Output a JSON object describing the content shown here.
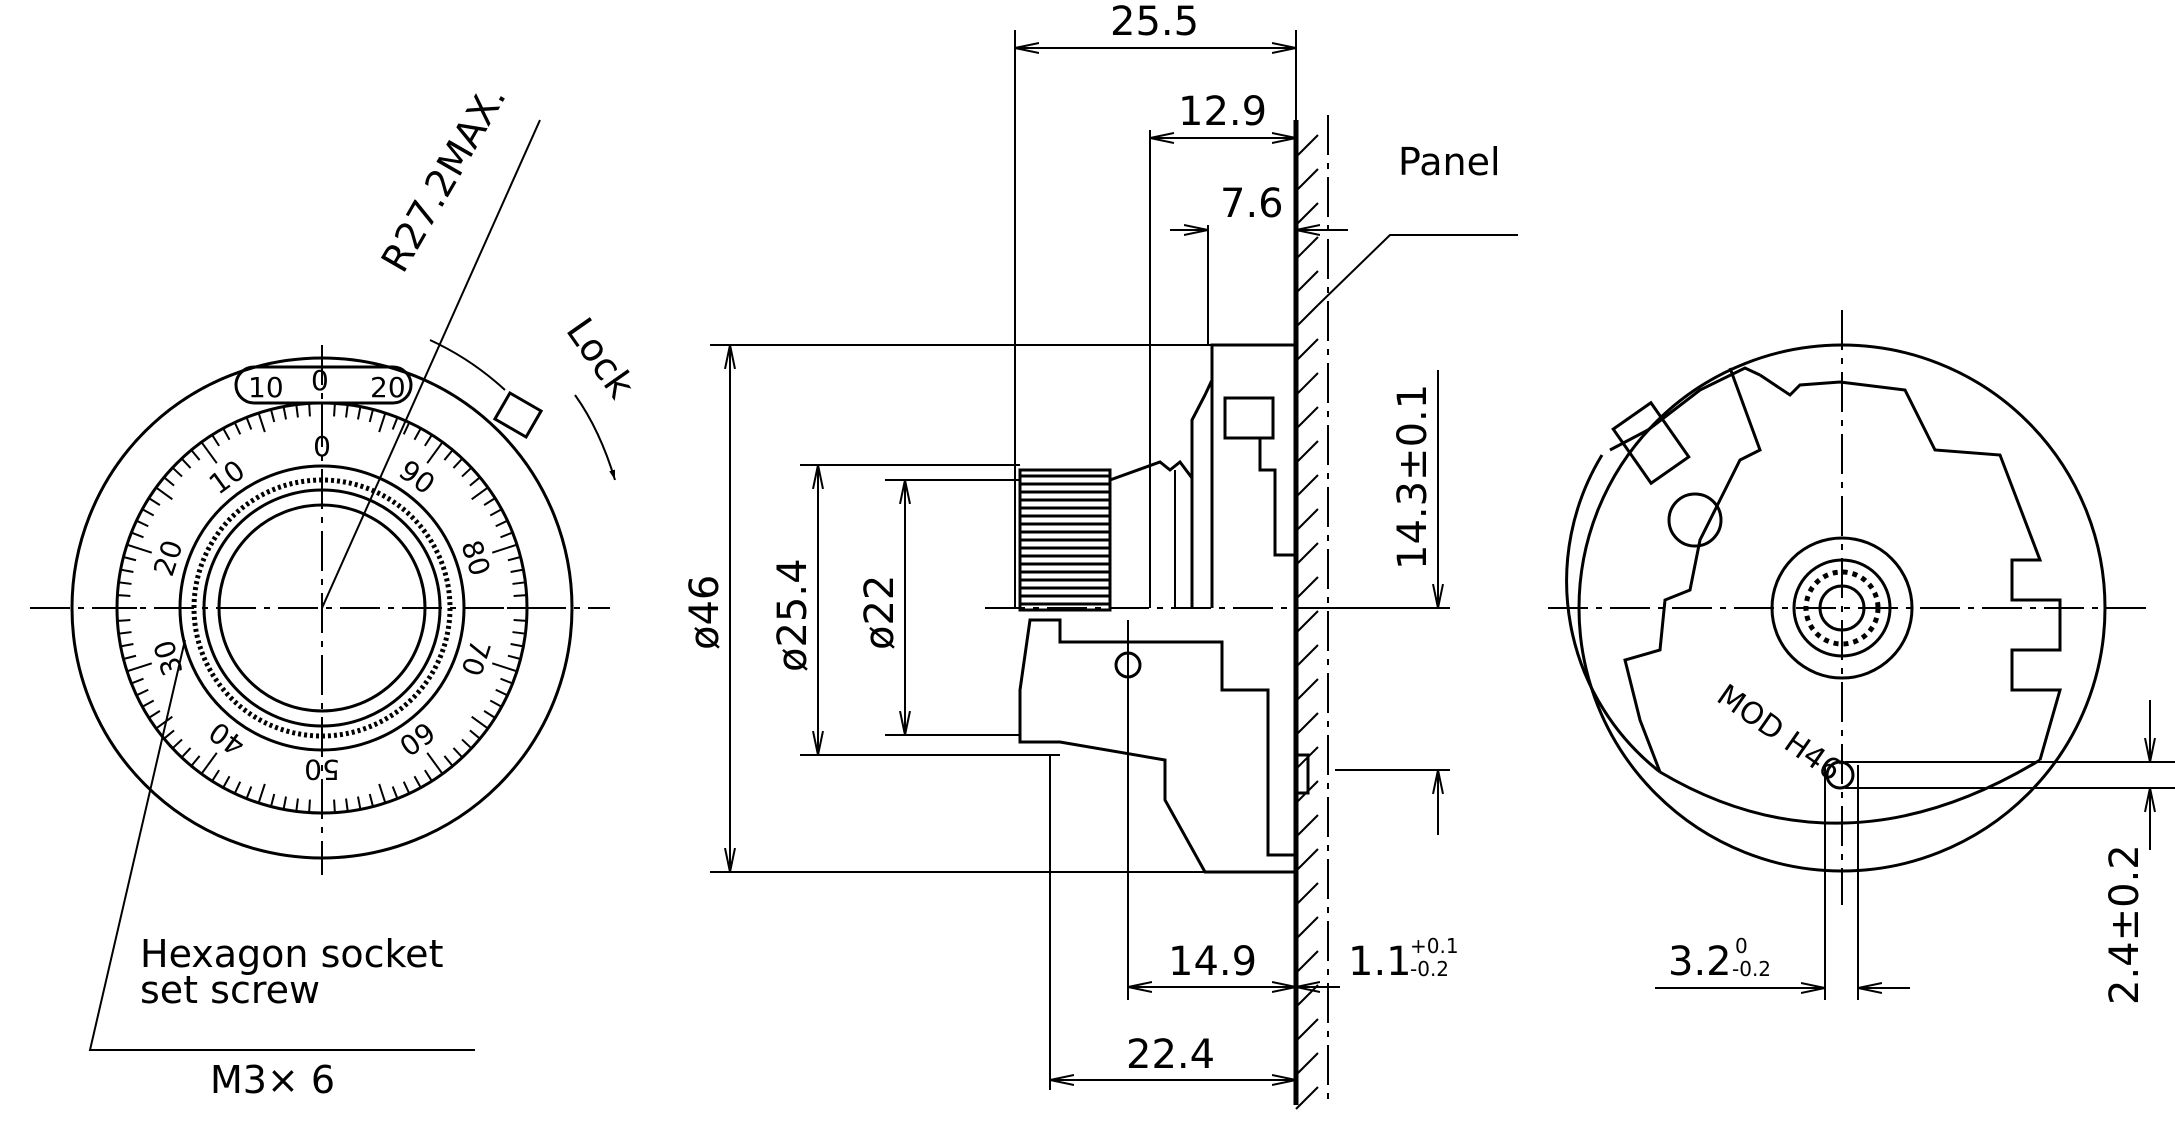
{
  "front_view": {
    "radius_label": "R27.2MAX.",
    "lock_label": "Lock",
    "scale_top_labels": [
      "10",
      "0",
      "20"
    ],
    "scale_labels": [
      "0",
      "10",
      "20",
      "30",
      "40",
      "50",
      "60",
      "70",
      "80",
      "90"
    ],
    "screw_label_line1": "Hexagon socket",
    "screw_label_line2": "set screw",
    "screw_size": "M3× 6"
  },
  "side_view": {
    "dim_overall_depth": "25.5",
    "dim_12_9": "12.9",
    "dim_7_6": "7.6",
    "panel_label": "Panel",
    "dim_dia_46": "ø46",
    "dim_dia_25_4": "ø25.4",
    "dim_dia_22": "ø22",
    "dim_14_3": "14.3±0.1",
    "dim_14_9": "14.9",
    "dim_22_4": "22.4",
    "dim_1_1": "1.1",
    "dim_1_1_tol_upper": "+0.1",
    "dim_1_1_tol_lower": "-0.2"
  },
  "rear_view": {
    "model_marking": "MOD H46",
    "dim_3_2": "3.2",
    "dim_3_2_tol_upper": "0",
    "dim_3_2_tol_lower": "-0.2",
    "dim_2_4": "2.4±0.2"
  },
  "colors": {
    "line": "#000000",
    "background": "#ffffff"
  }
}
